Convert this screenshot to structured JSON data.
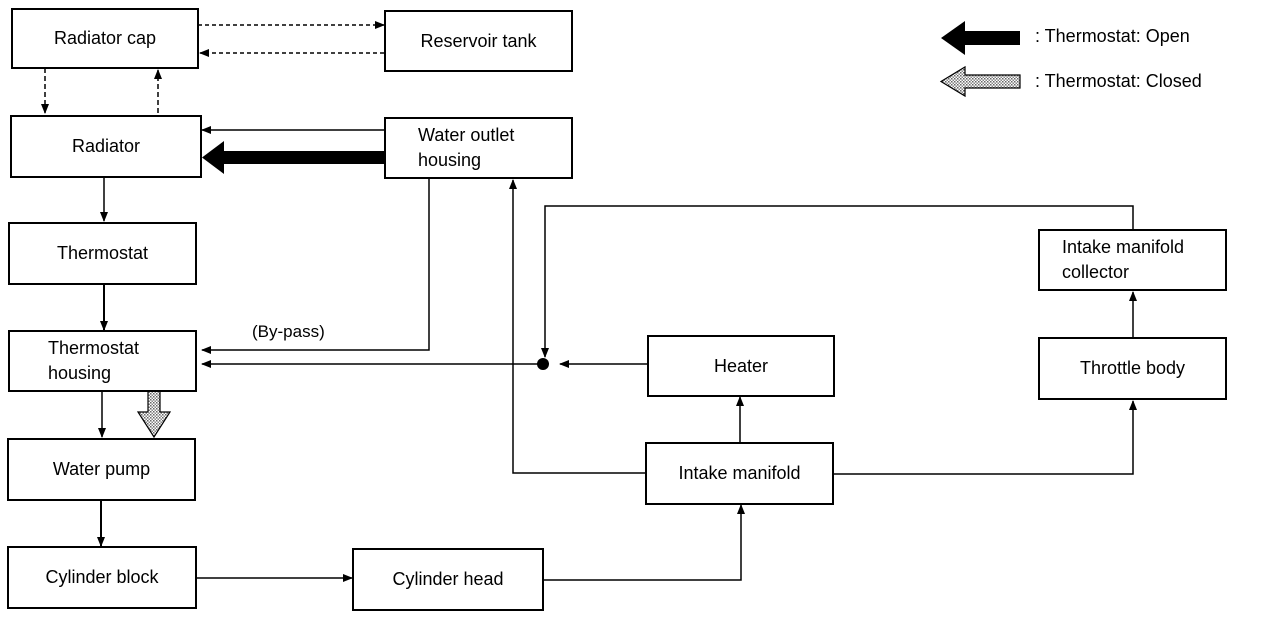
{
  "diagram": {
    "type": "cooling-system-flow",
    "nodes": {
      "radiator_cap": "Radiator cap",
      "reservoir_tank": "Reservoir tank",
      "radiator": "Radiator",
      "water_outlet_housing": "Water outlet\nhousing",
      "thermostat": "Thermostat",
      "thermostat_housing": "Thermostat\nhousing",
      "water_pump": "Water pump",
      "cylinder_block": "Cylinder block",
      "cylinder_head": "Cylinder head",
      "intake_manifold": "Intake manifold",
      "heater": "Heater",
      "throttle_body": "Throttle body",
      "intake_manifold_collector": "Intake manifold\ncollector"
    },
    "edge_labels": {
      "bypass": "(By-pass)"
    },
    "legend": {
      "open": ": Thermostat: Open",
      "closed": ": Thermostat: Closed"
    },
    "edges": [
      {
        "from": "Radiator cap",
        "to": "Reservoir tank",
        "style": "dashed"
      },
      {
        "from": "Reservoir tank",
        "to": "Radiator cap",
        "style": "dashed"
      },
      {
        "from": "Radiator cap",
        "to": "Radiator",
        "style": "dashed"
      },
      {
        "from": "Radiator",
        "to": "Radiator cap",
        "style": "dashed"
      },
      {
        "from": "Water outlet housing",
        "to": "Radiator",
        "style": "solid"
      },
      {
        "from": "Water outlet housing",
        "to": "Radiator",
        "style": "thermostat-open"
      },
      {
        "from": "Radiator",
        "to": "Thermostat",
        "style": "solid"
      },
      {
        "from": "Thermostat",
        "to": "Thermostat housing",
        "style": "solid"
      },
      {
        "from": "Water outlet housing",
        "to": "Thermostat housing",
        "style": "solid",
        "label": "(By-pass)"
      },
      {
        "from": "Heater",
        "to": "Thermostat housing",
        "style": "solid"
      },
      {
        "from": "Intake manifold collector",
        "to": "Thermostat housing",
        "style": "solid"
      },
      {
        "from": "Thermostat housing",
        "to": "Water pump",
        "style": "solid"
      },
      {
        "from": "Thermostat housing",
        "to": "Water pump",
        "style": "thermostat-closed"
      },
      {
        "from": "Water pump",
        "to": "Cylinder block",
        "style": "solid"
      },
      {
        "from": "Cylinder block",
        "to": "Cylinder head",
        "style": "solid"
      },
      {
        "from": "Cylinder head",
        "to": "Intake manifold",
        "style": "solid"
      },
      {
        "from": "Intake manifold",
        "to": "Heater",
        "style": "solid"
      },
      {
        "from": "Intake manifold",
        "to": "Water outlet housing",
        "style": "solid"
      },
      {
        "from": "Intake manifold",
        "to": "Throttle body",
        "style": "solid"
      },
      {
        "from": "Throttle body",
        "to": "Intake manifold collector",
        "style": "solid"
      }
    ]
  }
}
